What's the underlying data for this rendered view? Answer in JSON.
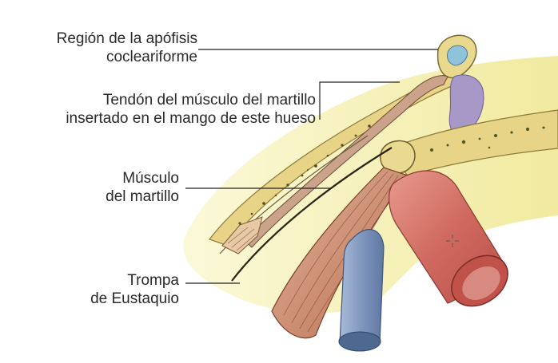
{
  "labels": {
    "apofisis": {
      "line1": "Región de la apófisis",
      "line2": "cocleariforme"
    },
    "tendon": {
      "line1": "Tendón del músculo del martillo",
      "line2": "insertado en el mango de este hueso"
    },
    "musculo": {
      "line1": "Músculo",
      "line2": "del martillo"
    },
    "trompa": {
      "line1": "Trompa",
      "line2": "de Eustaquio"
    }
  },
  "colors": {
    "bone": "#e9d98f",
    "muscle": "#c98268",
    "artery": "#d9736b",
    "vein": "#8aa2c6",
    "tube_region": "#f4efa6",
    "lavender": "#a89ac8"
  }
}
